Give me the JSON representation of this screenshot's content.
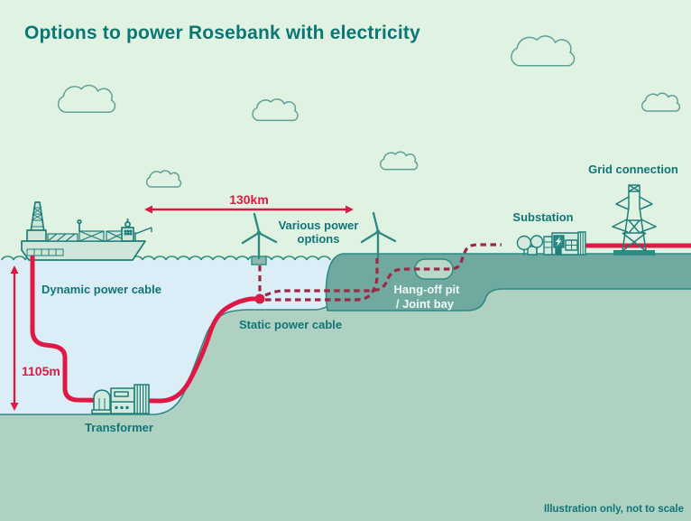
{
  "title": "Options to power Rosebank with electricity",
  "footnote": "Illustration only, not to scale",
  "measurements": {
    "distance": "130km",
    "depth": "1105m"
  },
  "labels": {
    "dynamic_cable": "Dynamic power cable",
    "static_cable": "Static power cable",
    "transformer": "Transformer",
    "various_power_line1": "Various power",
    "various_power_line2": "options",
    "hangoff_line1": "Hang-off pit",
    "hangoff_line2": "/ Joint bay",
    "substation": "Substation",
    "grid_connection": "Grid connection"
  },
  "components": [
    "fpso-vessel",
    "offshore-wind-turbine",
    "onshore-wind-turbine",
    "dynamic-power-cable",
    "static-power-cable",
    "subsea-transformer",
    "cable-junction-node",
    "hang-off-pit-joint-bay",
    "substation",
    "grid-connection-pylon",
    "overhead-power-line",
    "clouds",
    "sea",
    "seabed",
    "headland"
  ],
  "colors": {
    "sky": "#E0F2E2",
    "sea": "#DBEDF6",
    "seabed_light": "#AFD1C2",
    "headland_dark": "#6FA9A0",
    "outline_teal": "#2E8B83",
    "structure_fill": "#CFE7DB",
    "label_teal": "#0F7678",
    "title_teal": "#0C7672",
    "cable_red": "#DC1A45",
    "dashed_maroon": "#9E2843",
    "white_label": "#F0FAF4"
  }
}
